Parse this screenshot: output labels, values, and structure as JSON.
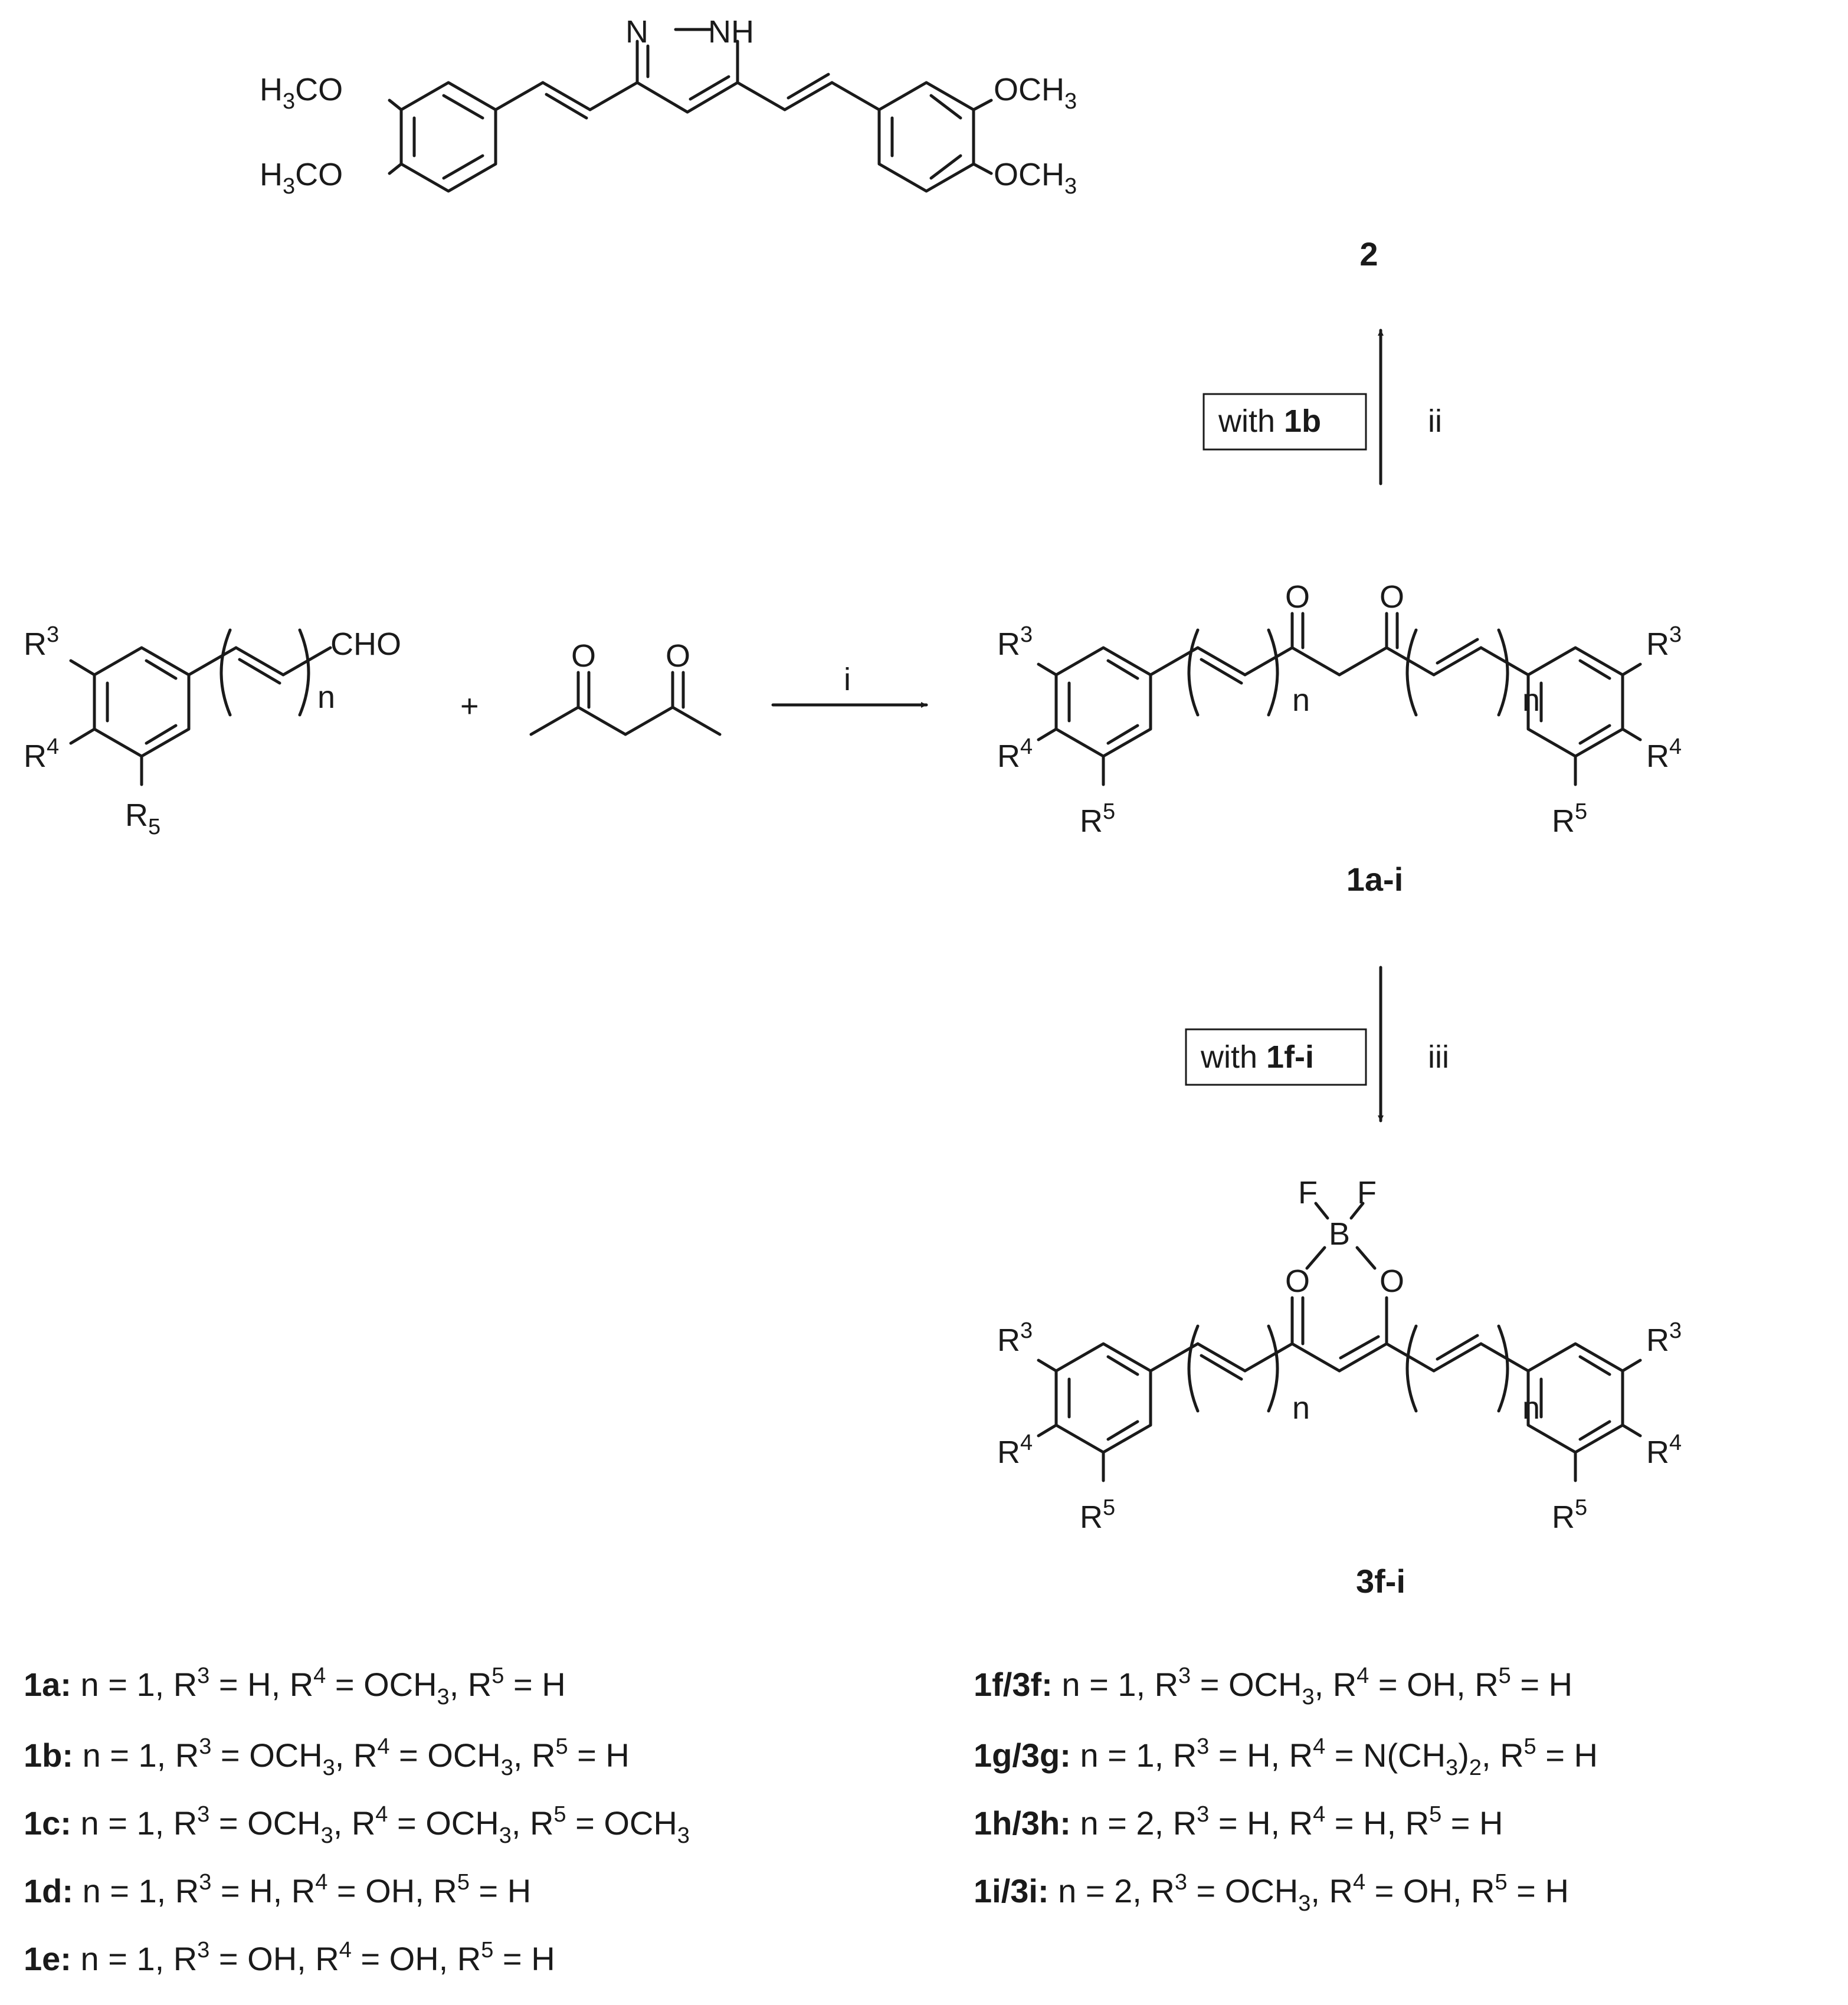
{
  "labels": {
    "r3": "R",
    "r4": "R",
    "r5": "R",
    "sup3": "3",
    "sup4": "4",
    "sup5": "5",
    "sub5": "5",
    "n": "n",
    "cho": "CHO",
    "o": "O",
    "plus": "+",
    "h3co": "H",
    "h3co_sub": "3",
    "h3co_rest": "CO",
    "och": "OCH",
    "och_sub": "3",
    "n_atom": "N",
    "nh": "NH",
    "f": "F",
    "b": "B"
  },
  "compounds": {
    "c2": "2",
    "c1": "1a-i",
    "c3": "3f-i"
  },
  "steps": {
    "i": "i",
    "ii": "ii",
    "iii": "iii",
    "with_1b_pre": "with ",
    "with_1b_bold": "1b",
    "with_1f_pre": "with ",
    "with_1f_bold": "1f-i"
  },
  "legend": [
    {
      "id": "1a",
      "text": "1a:",
      "body": "n = 1, R^3 = H, R^4 = OCH_3, R^5 = H"
    },
    {
      "id": "1b",
      "text": "1b:",
      "body": "n = 1, R^3 = OCH_3, R^4 = OCH_3, R^5 = H"
    },
    {
      "id": "1c",
      "text": "1c:",
      "body": "n = 1, R^3 = OCH_3, R^4 = OCH_3, R^5 = OCH_3"
    },
    {
      "id": "1d",
      "text": "1d:",
      "body": "n = 1, R^3 = H, R^4 = OH, R^5 = H"
    },
    {
      "id": "1e",
      "text": "1e:",
      "body": "n = 1, R^3 = OH, R^4 = OH, R^5 = H"
    },
    {
      "id": "1f3f",
      "text": "1f/3f:",
      "body": "n = 1, R^3 = OCH_3, R^4 = OH, R^5 = H"
    },
    {
      "id": "1g3g",
      "text": "1g/3g:",
      "body": "n = 1, R^3 = H, R^4 = N(CH_3)_2, R^5 = H"
    },
    {
      "id": "1h3h",
      "text": "1h/3h:",
      "body": "n = 2, R^3 = H, R^4 = H, R^5 = H"
    },
    {
      "id": "1i3i",
      "text": "1i/3i:",
      "body": "n = 2, R^3 = OCH_3, R^4 = OH, R^5 = H"
    }
  ]
}
